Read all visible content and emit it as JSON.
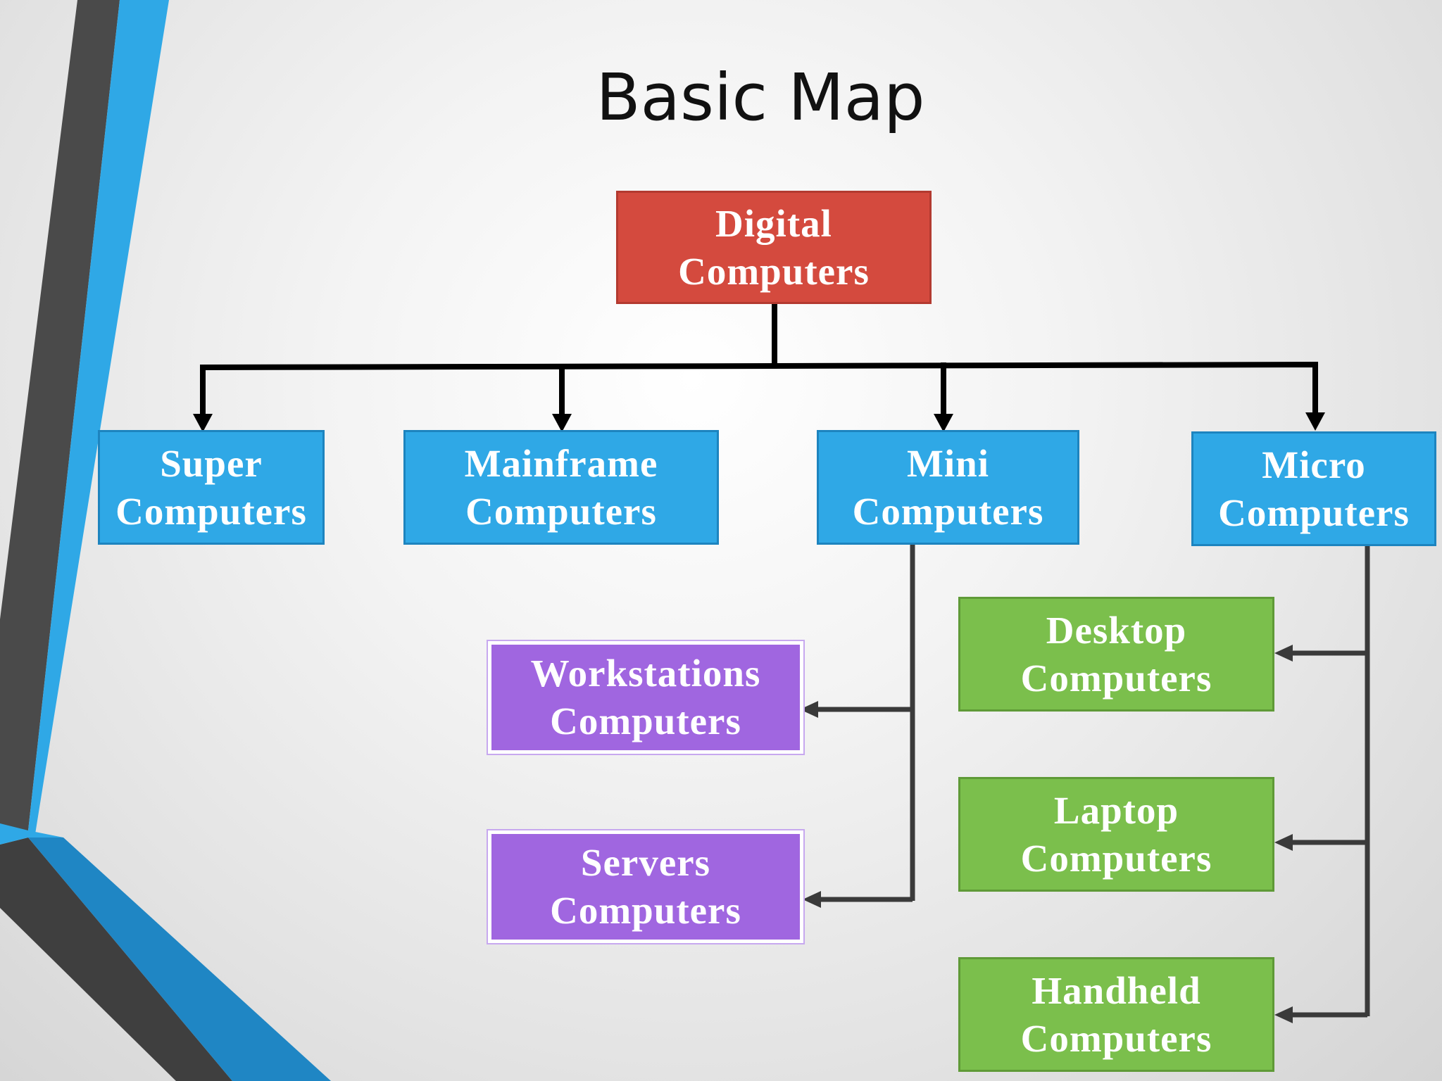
{
  "title": "Basic Map",
  "colors": {
    "root": "#d44a3e",
    "level1": "#2fa8e6",
    "mini_children": "#a066e0",
    "micro_children": "#7bbf4c",
    "connector_root": "#000000",
    "connector_children": "#3a3a3a",
    "deco_blue": "#2fa8e6",
    "deco_dark": "#4a4a4a"
  },
  "diagram": {
    "root": {
      "label": "Digital\nComputers"
    },
    "level1": [
      {
        "id": "super",
        "label": "Super\nComputers"
      },
      {
        "id": "mainframe",
        "label": "Mainframe\nComputers"
      },
      {
        "id": "mini",
        "label": "Mini\nComputers"
      },
      {
        "id": "micro",
        "label": "Micro\nComputers"
      }
    ],
    "mini_children": [
      {
        "id": "workstations",
        "label": "Workstations\nComputers"
      },
      {
        "id": "servers",
        "label": "Servers\nComputers"
      }
    ],
    "micro_children": [
      {
        "id": "desktop",
        "label": "Desktop\nComputers"
      },
      {
        "id": "laptop",
        "label": "Laptop\nComputers"
      },
      {
        "id": "handheld",
        "label": "Handheld\nComputers"
      }
    ],
    "edges": [
      [
        "Digital Computers",
        "Super Computers"
      ],
      [
        "Digital Computers",
        "Mainframe Computers"
      ],
      [
        "Digital Computers",
        "Mini Computers"
      ],
      [
        "Digital Computers",
        "Micro Computers"
      ],
      [
        "Mini Computers",
        "Workstations Computers"
      ],
      [
        "Mini Computers",
        "Servers Computers"
      ],
      [
        "Micro Computers",
        "Desktop Computers"
      ],
      [
        "Micro Computers",
        "Laptop Computers"
      ],
      [
        "Micro Computers",
        "Handheld Computers"
      ]
    ]
  }
}
